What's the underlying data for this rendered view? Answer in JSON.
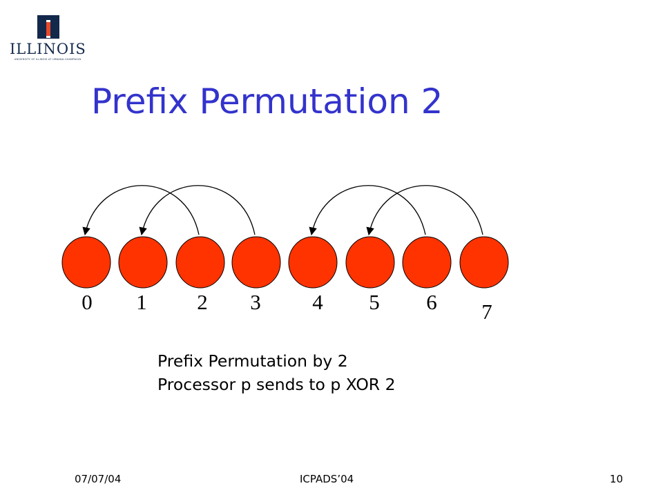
{
  "logo": {
    "wordmark": "ILLINOIS",
    "subtitle": "UNIVERSITY OF ILLINOIS AT URBANA-CHAMPAIGN"
  },
  "title": "Prefix Permutation 2",
  "diagram": {
    "node_color": "#ff3300",
    "nodes": [
      {
        "label": "0"
      },
      {
        "label": "1"
      },
      {
        "label": "2"
      },
      {
        "label": "3"
      },
      {
        "label": "4"
      },
      {
        "label": "5"
      },
      {
        "label": "6"
      },
      {
        "label": "7"
      }
    ],
    "arrows": [
      {
        "from": 2,
        "to": 0
      },
      {
        "from": 3,
        "to": 1
      },
      {
        "from": 6,
        "to": 4
      },
      {
        "from": 7,
        "to": 5
      }
    ]
  },
  "body": {
    "line1": "Prefix Permutation by 2",
    "line2": "Processor p sends to p XOR 2"
  },
  "footer": {
    "date": "07/07/04",
    "conference": "ICPADS’04",
    "page": "10"
  }
}
